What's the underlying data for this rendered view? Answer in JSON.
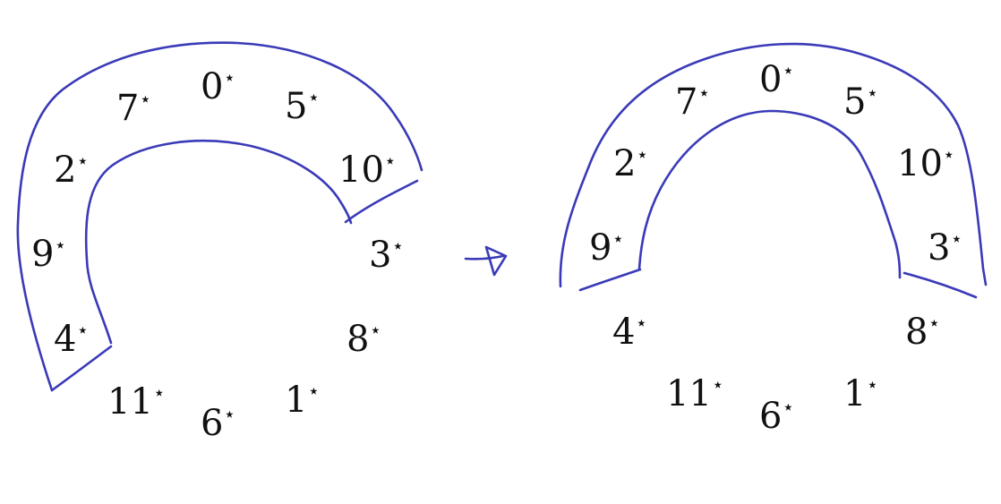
{
  "colors": {
    "ink": "#3a3ab8",
    "text": "#111111",
    "background": "#ffffff"
  },
  "star_symbol": "⋆",
  "left_diagram": {
    "labels": [
      "0",
      "5",
      "7",
      "2",
      "10",
      "9",
      "3",
      "4",
      "8",
      "11",
      "1",
      "6"
    ]
  },
  "arrow": {
    "icon": "right-arrow-icon"
  },
  "right_diagram": {
    "labels": [
      "0",
      "5",
      "7",
      "2",
      "10",
      "9",
      "3",
      "4",
      "8",
      "11",
      "1",
      "6"
    ]
  }
}
